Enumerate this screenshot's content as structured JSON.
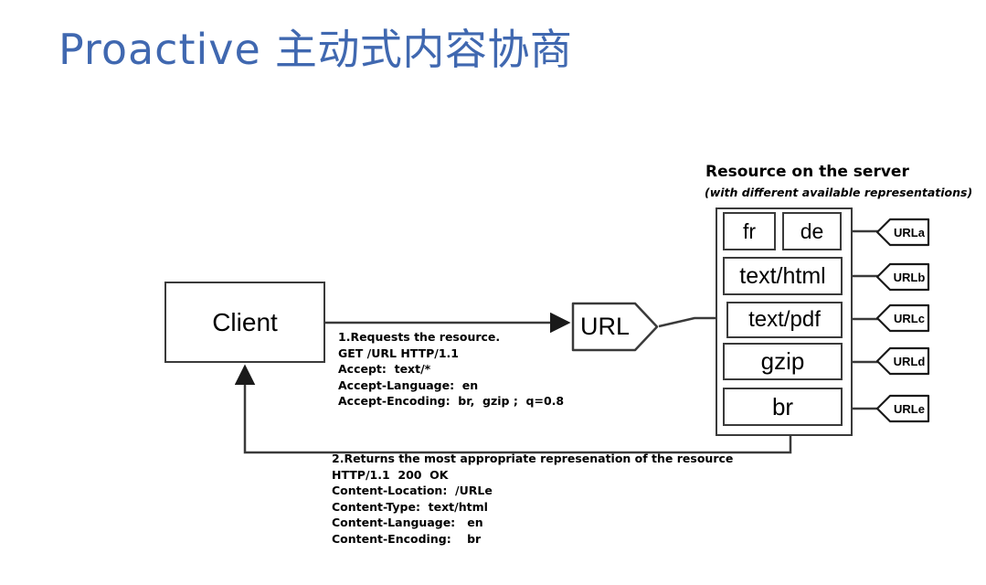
{
  "slide": {
    "title_latin": "Proactive",
    "title_cjk": "主动式内容协商",
    "title_color": "#4068b0",
    "background": "#ffffff"
  },
  "diagram": {
    "stroke_color": "#3a3a3a",
    "client": {
      "label": "Client"
    },
    "url_node": {
      "label": "URL"
    },
    "server": {
      "heading": "Resource on the server",
      "subheading": "(with different available representations)",
      "representations": [
        {
          "id": "fr",
          "label": "fr"
        },
        {
          "id": "de",
          "label": "de"
        },
        {
          "id": "text-html",
          "label": "text/html"
        },
        {
          "id": "text-pdf",
          "label": "text/pdf"
        },
        {
          "id": "gzip",
          "label": "gzip"
        },
        {
          "id": "br",
          "label": "br"
        }
      ],
      "url_chips": [
        {
          "id": "a",
          "label": "URLa"
        },
        {
          "id": "b",
          "label": "URLb"
        },
        {
          "id": "c",
          "label": "URLc"
        },
        {
          "id": "d",
          "label": "URLd"
        },
        {
          "id": "e",
          "label": "URLe"
        }
      ]
    },
    "request_message": {
      "step": "1.Requests the resource.",
      "lines": [
        "GET /URL HTTP/1.1",
        "Accept:  text/*",
        "Accept-Language:  en",
        "Accept-Encoding:  br,  gzip ;  q=0.8"
      ],
      "text": "1.Requests the resource.\nGET /URL HTTP/1.1\nAccept:  text/*\nAccept-Language:  en\nAccept-Encoding:  br,  gzip ;  q=0.8"
    },
    "response_message": {
      "step": "2.Returns the most appropriate represenation of the resource",
      "lines": [
        "HTTP/1.1  200  OK",
        "Content-Location:  /URLe",
        "Content-Type:  text/html",
        "Content-Language:   en",
        "Content-Encoding:    br"
      ],
      "text": "2.Returns the most appropriate represenation of the resource\nHTTP/1.1  200  OK\nContent-Location:  /URLe\nContent-Type:  text/html\nContent-Language:   en\nContent-Encoding:    br"
    }
  }
}
